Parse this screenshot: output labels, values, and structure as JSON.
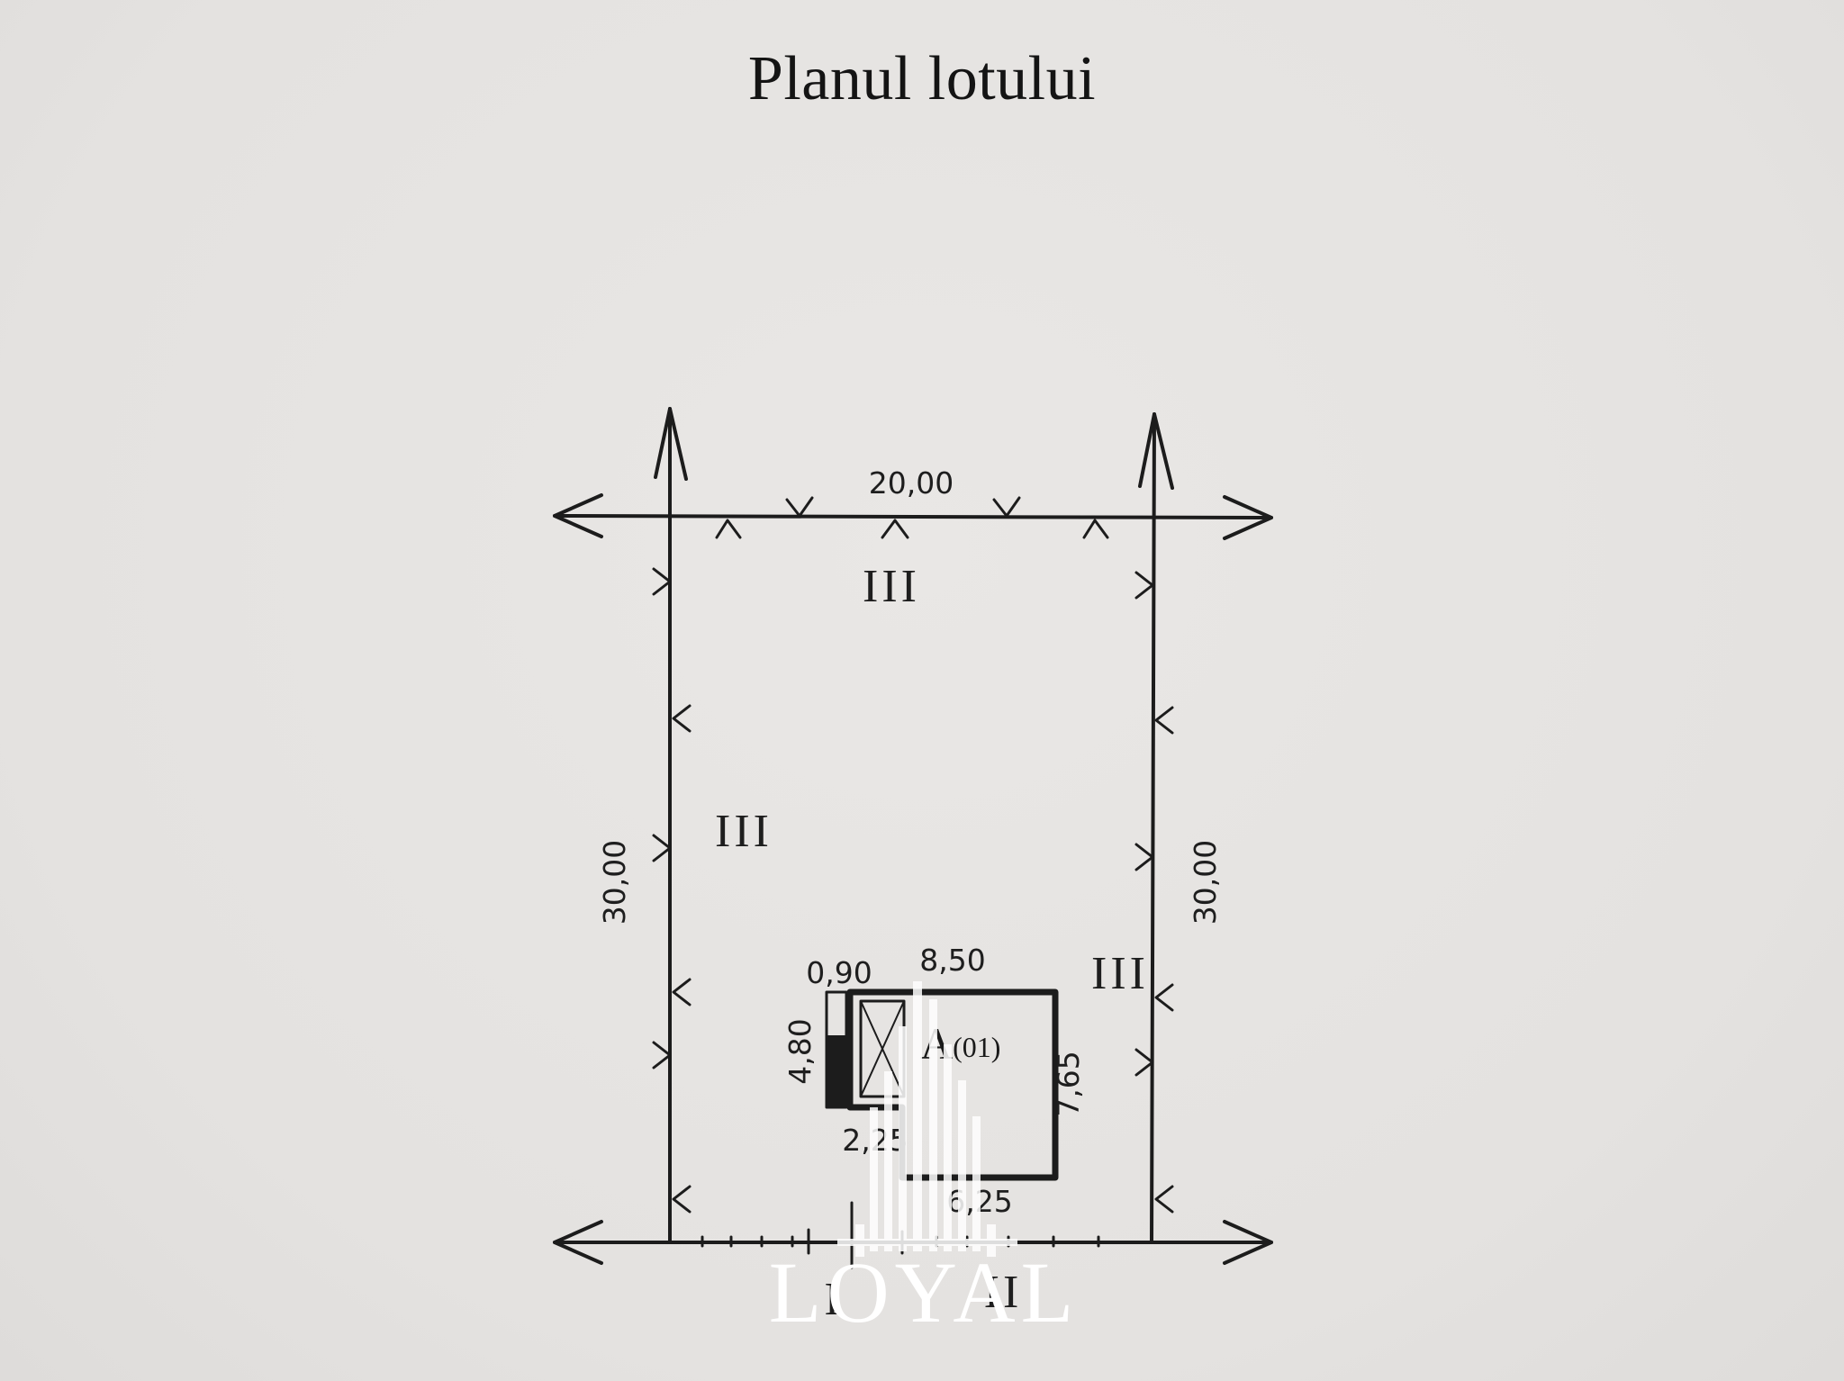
{
  "title": "Planul lotului",
  "plot": {
    "top_width_label": "20,00",
    "left_height_label": "30,00",
    "right_height_label": "30,00",
    "neighbor_top": "III",
    "neighbor_left": "III",
    "neighbor_right": "III",
    "neighbor_bottom_left": "I",
    "neighbor_bottom_right": "II"
  },
  "building": {
    "label": "A",
    "label_sub": "(01)",
    "dim_porch_width": "0,90",
    "dim_top": "8,50",
    "dim_porch_height": "4,80",
    "dim_right": "7,65",
    "dim_step": "2,25",
    "dim_bottom": "6,25"
  },
  "watermark": {
    "text": "LOYAL"
  }
}
